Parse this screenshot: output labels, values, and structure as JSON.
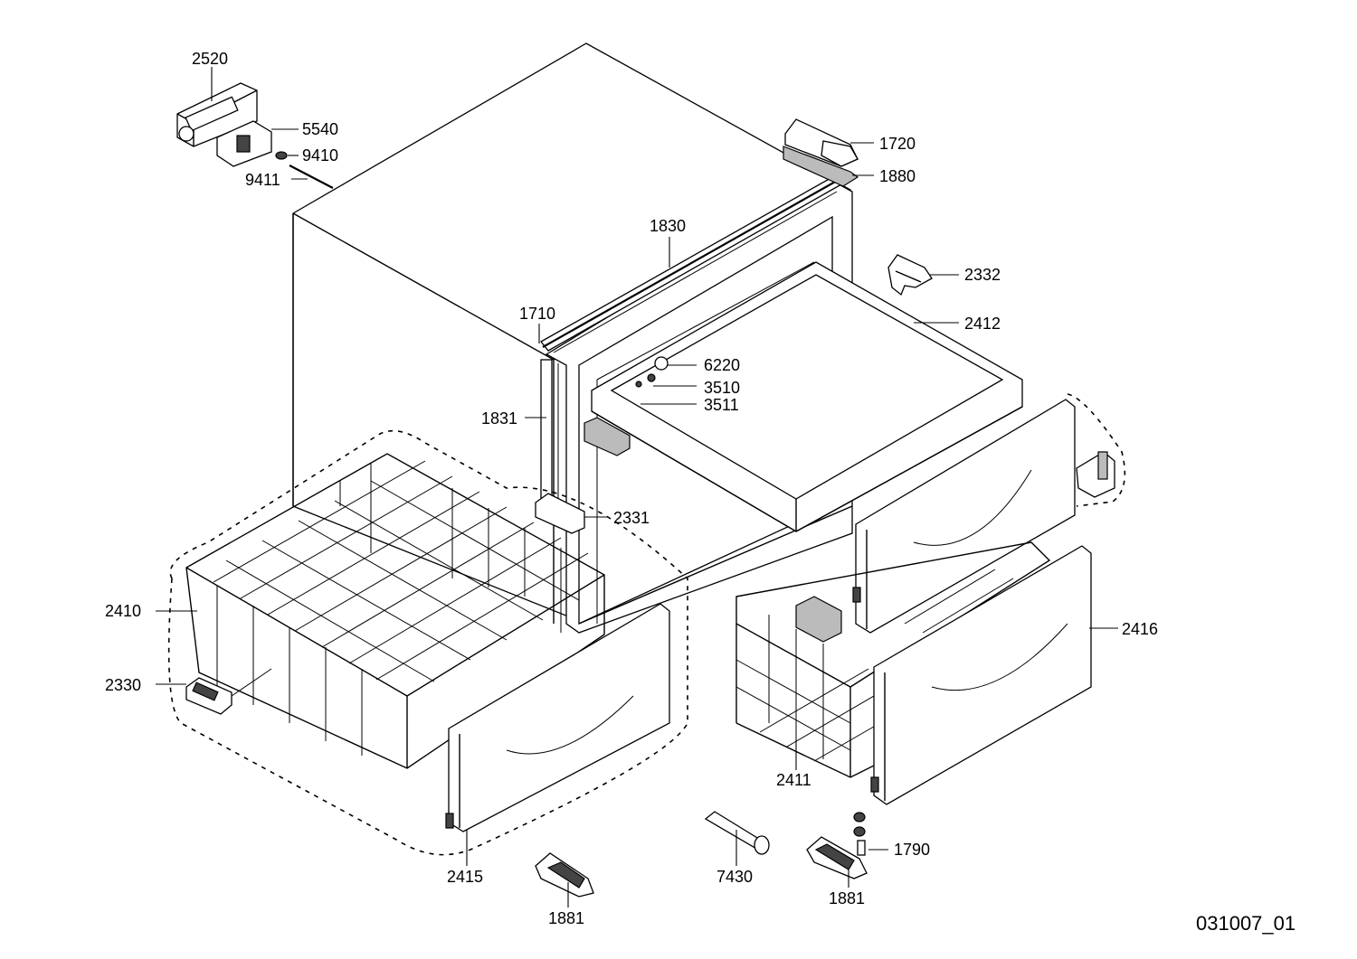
{
  "diagram": {
    "document_id": "031007_01",
    "callouts": [
      {
        "id": "2520",
        "label": "2520"
      },
      {
        "id": "5540",
        "label": "5540"
      },
      {
        "id": "9410",
        "label": "9410"
      },
      {
        "id": "9411",
        "label": "9411"
      },
      {
        "id": "1720",
        "label": "1720"
      },
      {
        "id": "1880",
        "label": "1880"
      },
      {
        "id": "1830",
        "label": "1830"
      },
      {
        "id": "2332",
        "label": "2332"
      },
      {
        "id": "1710",
        "label": "1710"
      },
      {
        "id": "2412",
        "label": "2412"
      },
      {
        "id": "6220",
        "label": "6220"
      },
      {
        "id": "3510",
        "label": "3510"
      },
      {
        "id": "3511",
        "label": "3511"
      },
      {
        "id": "1831",
        "label": "1831"
      },
      {
        "id": "2331",
        "label": "2331"
      },
      {
        "id": "2410",
        "label": "2410"
      },
      {
        "id": "2416",
        "label": "2416"
      },
      {
        "id": "2330",
        "label": "2330"
      },
      {
        "id": "2411",
        "label": "2411"
      },
      {
        "id": "2415",
        "label": "2415"
      },
      {
        "id": "7430",
        "label": "7430"
      },
      {
        "id": "1790",
        "label": "1790"
      },
      {
        "id": "1881a",
        "label": "1881"
      },
      {
        "id": "1881b",
        "label": "1881"
      }
    ]
  }
}
